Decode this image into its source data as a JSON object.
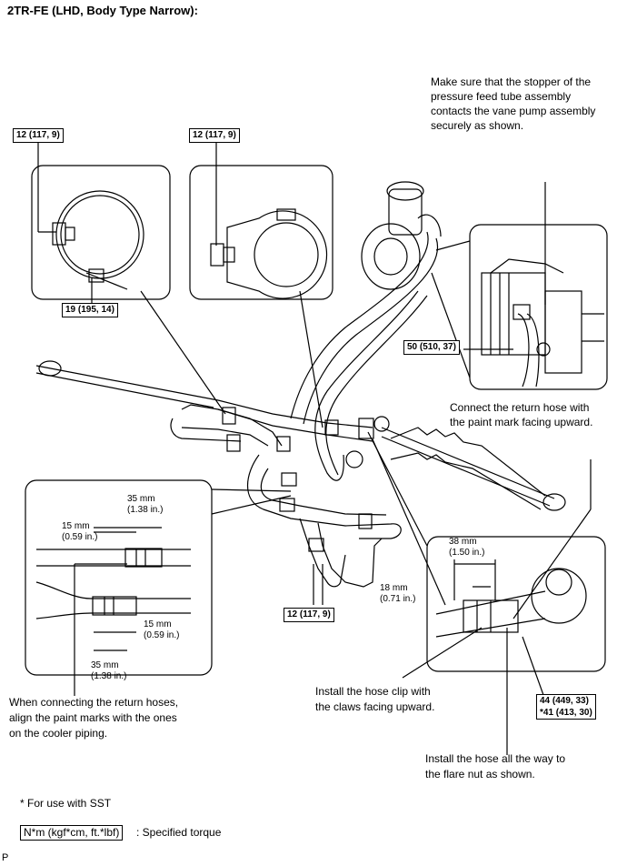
{
  "title": "2TR-FE (LHD, Body Type Narrow):",
  "torques": {
    "t1": "12 (117, 9)",
    "t2": "12 (117, 9)",
    "t3": "19 (195, 14)",
    "t4": "50 (510, 37)",
    "t5": "12 (117, 9)",
    "t6a": "44 (449, 33)",
    "t6b": "*41 (413, 30)"
  },
  "notes": {
    "stopper": [
      "Make sure that the stopper of the",
      "pressure feed tube assembly",
      "contacts the vane pump assembly",
      "securely as shown."
    ],
    "return_hose": [
      "Connect the return hose with",
      "the paint mark facing upward."
    ],
    "return_hoses": [
      "When connecting the return hoses,",
      "align the paint marks with the ones",
      "on the cooler piping."
    ],
    "hose_clip": [
      "Install the hose clip with",
      "the claws facing upward."
    ],
    "flare_nut": [
      "Install the hose all the way to",
      "the flare nut as shown."
    ]
  },
  "dimensions": {
    "d35a": [
      "35 mm",
      "(1.38 in.)"
    ],
    "d15a": [
      "15 mm",
      "(0.59 in.)"
    ],
    "d15b": [
      "15 mm",
      "(0.59 in.)"
    ],
    "d35b": [
      "35 mm",
      "(1.38 in.)"
    ],
    "d38": [
      "38 mm",
      "(1.50 in.)"
    ],
    "d18": [
      "18 mm",
      "(0.71 in.)"
    ]
  },
  "footer": {
    "sst_note": "* For use with SST",
    "legend_box": "N*m (kgf*cm, ft.*lbf)",
    "legend_text": ": Specified torque",
    "corner": "P"
  }
}
